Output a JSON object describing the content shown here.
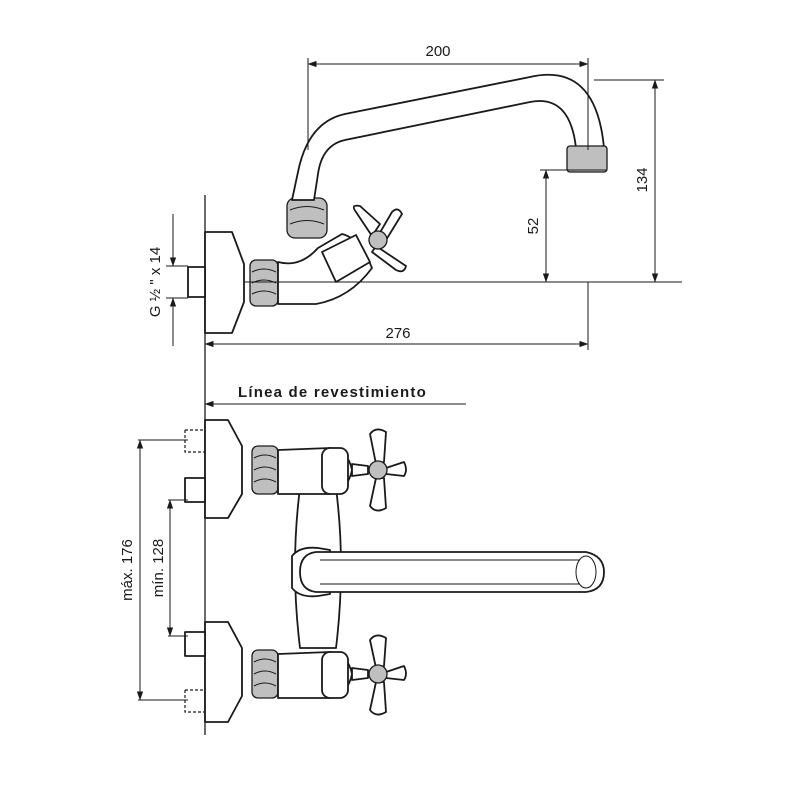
{
  "diagram": {
    "dimensions": {
      "spout_reach": "200",
      "spout_height": "134",
      "outlet_height": "52",
      "total_projection": "276",
      "thread": "G ½ \" x 14",
      "max_centers": "máx. 176",
      "min_centers": "mín. 128"
    },
    "wall_line_label": "Línea de revestimiento",
    "colors": {
      "line": "#1a1a1a",
      "metal_shade": "#bfbfbf",
      "background": "#ffffff"
    }
  }
}
